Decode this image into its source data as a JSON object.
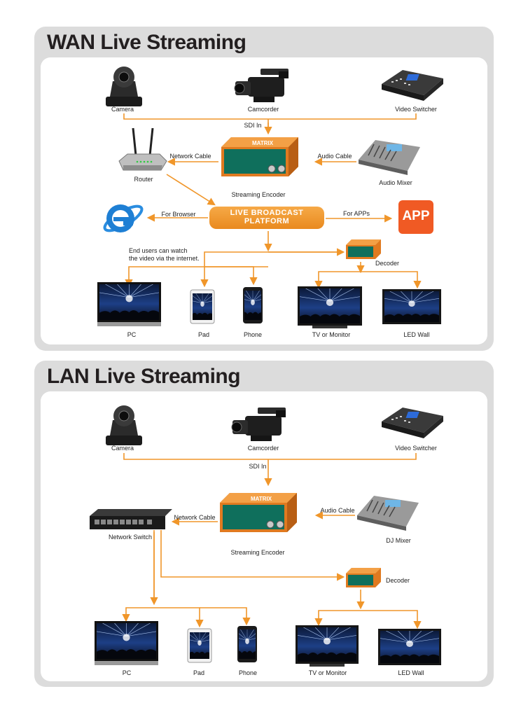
{
  "wan": {
    "title": "WAN Live Streaming",
    "labels": {
      "camera": "Camera",
      "camcorder": "Camcorder",
      "video_switcher": "Video Switcher",
      "sdi_in": "SDI In",
      "router": "Router",
      "network_cable": "Network Cable",
      "audio_cable": "Audio Cable",
      "audio_mixer": "Audio Mixer",
      "streaming_encoder": "Streaming Encoder",
      "for_browser": "For Browser",
      "platform_line1": "LIVE BROADCAST",
      "platform_line2": "PLATFORM",
      "for_apps": "For APPs",
      "app_logo": "APP",
      "end_users_line1": "End users can watch",
      "end_users_line2": "the video via the internet.",
      "decoder": "Decoder",
      "pc": "PC",
      "pad": "Pad",
      "phone": "Phone",
      "tv_or_monitor": "TV or Monitor",
      "led_wall": "LED Wall"
    }
  },
  "lan": {
    "title": "LAN Live Streaming",
    "labels": {
      "camera": "Camera",
      "camcorder": "Camcorder",
      "video_switcher": "Video Switcher",
      "sdi_in": "SDI In",
      "network_switch": "Network Switch",
      "network_cable": "Network Cable",
      "audio_cable": "Audio Cable",
      "dj_mixer": "DJ Mixer",
      "streaming_encoder": "Streaming Encoder",
      "decoder": "Decoder",
      "pc": "PC",
      "pad": "Pad",
      "phone": "Phone",
      "tv_or_monitor": "TV or Monitor",
      "led_wall": "LED Wall"
    }
  },
  "encoder_brand": "MATRIX",
  "colors": {
    "connector": "#f0962a",
    "platform": "#f0962a",
    "app": "#f05a24",
    "panel": "#dcdcdc",
    "device_orange": "#e07a20",
    "device_green": "#0f6f5c"
  }
}
